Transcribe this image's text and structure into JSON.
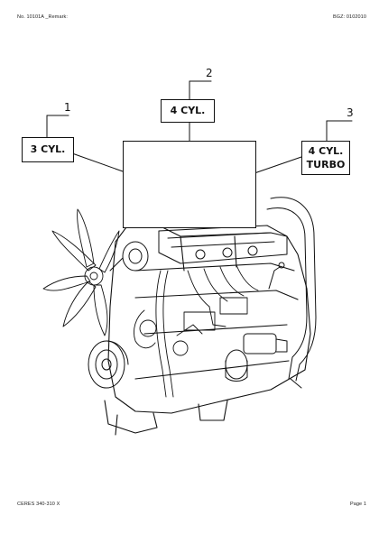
{
  "header": {
    "doc_id": "No. 10101A _Remark:",
    "bgz": "BGZ: 0102010"
  },
  "callouts": [
    {
      "number": "1",
      "label": "3 CYL."
    },
    {
      "number": "2",
      "label": "4 CYL."
    },
    {
      "number": "3",
      "label_line1": "4 CYL.",
      "label_line2": "TURBO"
    }
  ],
  "footer": {
    "model": "CERES 340-310 X",
    "page": "Page 1"
  }
}
